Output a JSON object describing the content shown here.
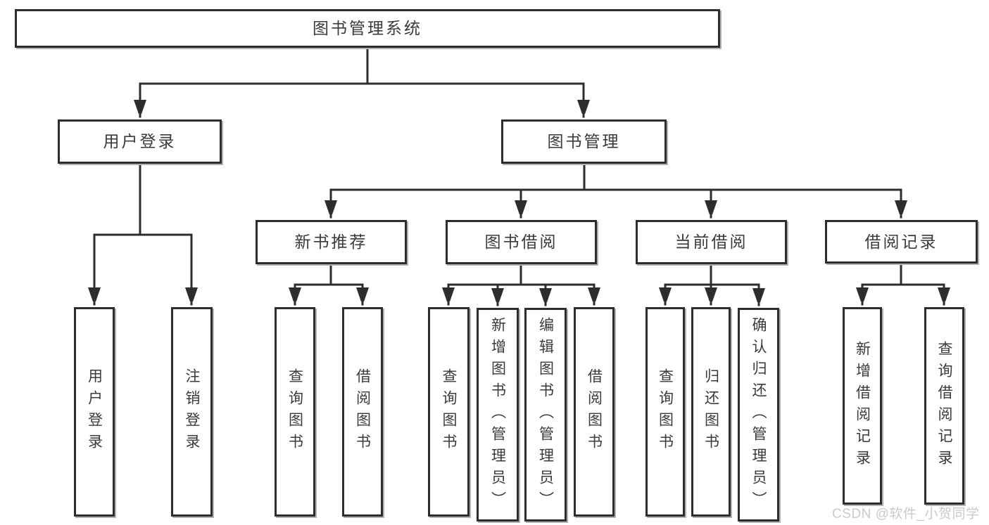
{
  "diagram": {
    "title": "图书管理系统",
    "nodes": {
      "root": {
        "label": "图书管理系统"
      },
      "user_login": {
        "label": "用户登录"
      },
      "book_mgmt": {
        "label": "图书管理"
      },
      "new_books": {
        "label": "新书推荐"
      },
      "book_borrow": {
        "label": "图书借阅"
      },
      "current_borrow": {
        "label": "当前借阅"
      },
      "borrow_records": {
        "label": "借阅记录"
      },
      "leaf_login": {
        "label": "用户登录"
      },
      "leaf_logout": {
        "label": "注销登录"
      },
      "nb_query": {
        "label": "查询图书"
      },
      "nb_borrow": {
        "label": "借阅图书"
      },
      "bb_query": {
        "label": "查询图书"
      },
      "bb_add": {
        "label": "新增图书（管理员）"
      },
      "bb_edit": {
        "label": "编辑图书（管理员）"
      },
      "bb_borrow": {
        "label": "借阅图书"
      },
      "cb_query": {
        "label": "查询图书"
      },
      "cb_return": {
        "label": "归还图书"
      },
      "cb_confirm": {
        "label": "确认归还（管理员）"
      },
      "br_add": {
        "label": "新增借阅记录"
      },
      "br_query": {
        "label": "查询借阅记录"
      }
    },
    "hierarchy": [
      {
        "parent": "图书管理系统",
        "children": [
          "用户登录",
          "图书管理"
        ]
      },
      {
        "parent": "用户登录",
        "children": [
          "用户登录",
          "注销登录"
        ]
      },
      {
        "parent": "图书管理",
        "children": [
          "新书推荐",
          "图书借阅",
          "当前借阅",
          "借阅记录"
        ]
      },
      {
        "parent": "新书推荐",
        "children": [
          "查询图书",
          "借阅图书"
        ]
      },
      {
        "parent": "图书借阅",
        "children": [
          "查询图书",
          "新增图书（管理员）",
          "编辑图书（管理员）",
          "借阅图书"
        ]
      },
      {
        "parent": "当前借阅",
        "children": [
          "查询图书",
          "归还图书",
          "确认归还（管理员）"
        ]
      },
      {
        "parent": "借阅记录",
        "children": [
          "新增借阅记录",
          "查询借阅记录"
        ]
      }
    ],
    "colors": {
      "line": "#2d2d2d",
      "border": "#2d2d2d",
      "text": "#3a3a3a",
      "watermark": "#c6c6c6"
    },
    "watermark": "CSDN @软件_小贺同学"
  }
}
